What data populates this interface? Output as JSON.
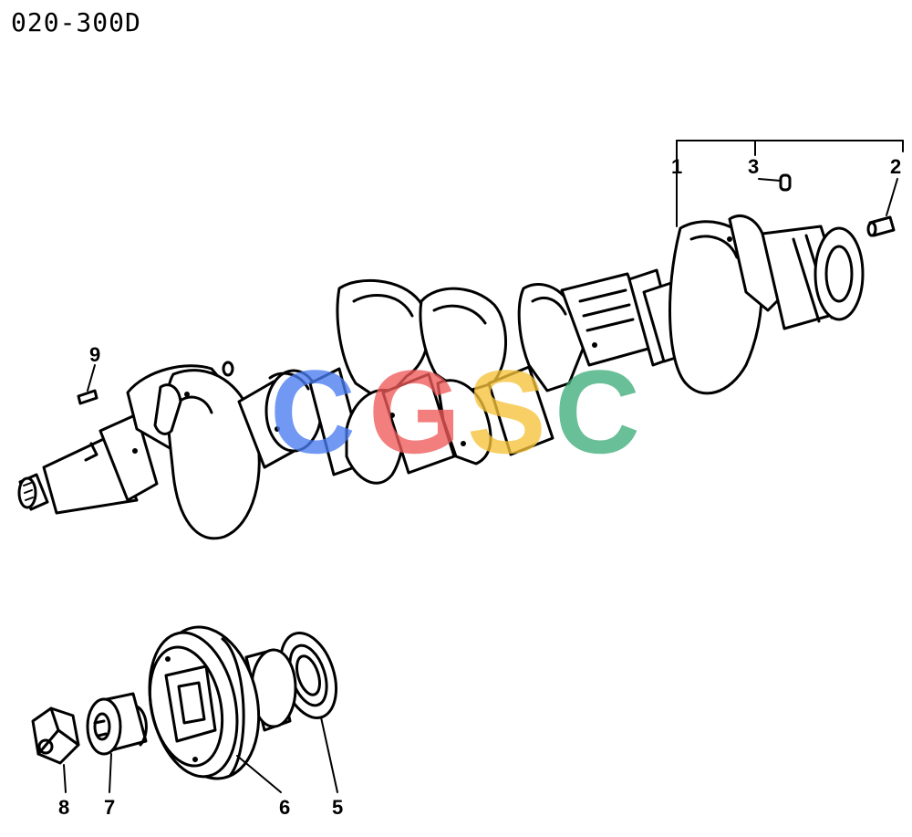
{
  "diagram_code": "020-300D",
  "callouts": [
    {
      "id": "1",
      "label": "1"
    },
    {
      "id": "2",
      "label": "2"
    },
    {
      "id": "3",
      "label": "3"
    },
    {
      "id": "5",
      "label": "5"
    },
    {
      "id": "6",
      "label": "6"
    },
    {
      "id": "7",
      "label": "7"
    },
    {
      "id": "8",
      "label": "8"
    },
    {
      "id": "9",
      "label": "9"
    }
  ],
  "watermark": {
    "text": "CGSC",
    "letters": [
      "C",
      "G",
      "S",
      "C"
    ],
    "colors": [
      "#4a7cf0",
      "#f05a5a",
      "#f5c23a",
      "#3fae7a"
    ]
  },
  "line_color": "#000000",
  "background": "#ffffff"
}
